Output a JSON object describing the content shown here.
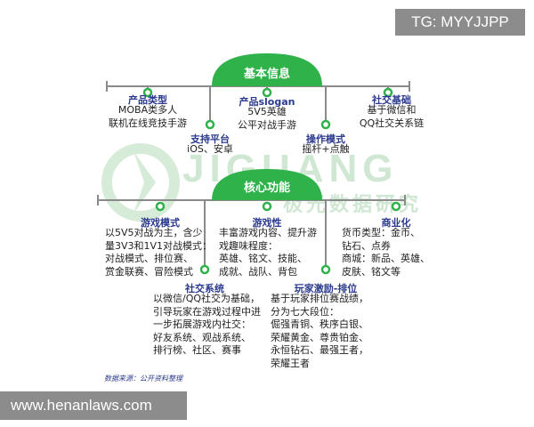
{
  "watermarks": {
    "top": "TG: MYYJJPP",
    "bottom": "www.henanlaws.com"
  },
  "logo": {
    "en": "JIGUANG",
    "cn": "极光数据研究"
  },
  "basic": {
    "header": "基本信息",
    "product_type": {
      "title": "产品类型",
      "lines": "MOBA类多人\n联机在线竞技手游"
    },
    "platform": {
      "title": "支持平台",
      "lines": "iOS、安卓"
    },
    "slogan": {
      "title": "产品slogan",
      "lines": "5V5英雄\n公平对战手游"
    },
    "controls": {
      "title": "操作模式",
      "lines": "摇杆+点触"
    },
    "social_base": {
      "title": "社交基础",
      "lines": "基于微信和\nQQ社交关系链"
    }
  },
  "core": {
    "header": "核心功能",
    "game_mode": {
      "title": "游戏模式",
      "lines": "以5V5对战为主，含少\n量3V3和1V1对战模式：\n对战模式、排位赛、\n赏金联赛、冒险模式"
    },
    "social_system": {
      "title": "社交系统",
      "lines": "以微信/QQ社交为基础，\n引导玩家在游戏过程中进\n一步拓展游戏内社交：\n好友系统、观战系统、\n排行榜、社区、赛事"
    },
    "playability": {
      "title": "游戏性",
      "lines": "丰富游戏内容、提升游\n戏趣味程度：\n英雄、铭文、技能、\n成就、战队、背包"
    },
    "incentive": {
      "title": "玩家激励-排位",
      "lines": "基于玩家排位赛战绩，\n分为七大段位：\n倔强青铜、秩序白银、\n荣耀黄金、尊贵铂金、\n永恒钻石、最强王者，\n荣耀王者"
    },
    "monetization": {
      "title": "商业化",
      "lines": "货币类型：金币、\n钻石、点券\n商城：新品、英雄、\n皮肤、铭文等"
    }
  },
  "source": "数据来源：公开资料整理",
  "colors": {
    "accent_green": "#2fb24a",
    "line_gray": "#8a8a8a",
    "title_blue": "#2b3a8f",
    "node_fill": "#ffffff"
  }
}
